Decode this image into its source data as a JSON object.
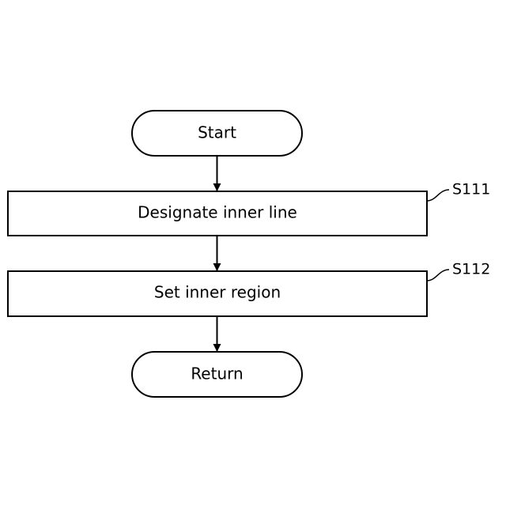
{
  "flowchart": {
    "start_label": "Start",
    "steps": [
      {
        "label": "Designate inner line",
        "ref": "S111"
      },
      {
        "label": "Set inner region",
        "ref": "S112"
      }
    ],
    "end_label": "Return"
  }
}
